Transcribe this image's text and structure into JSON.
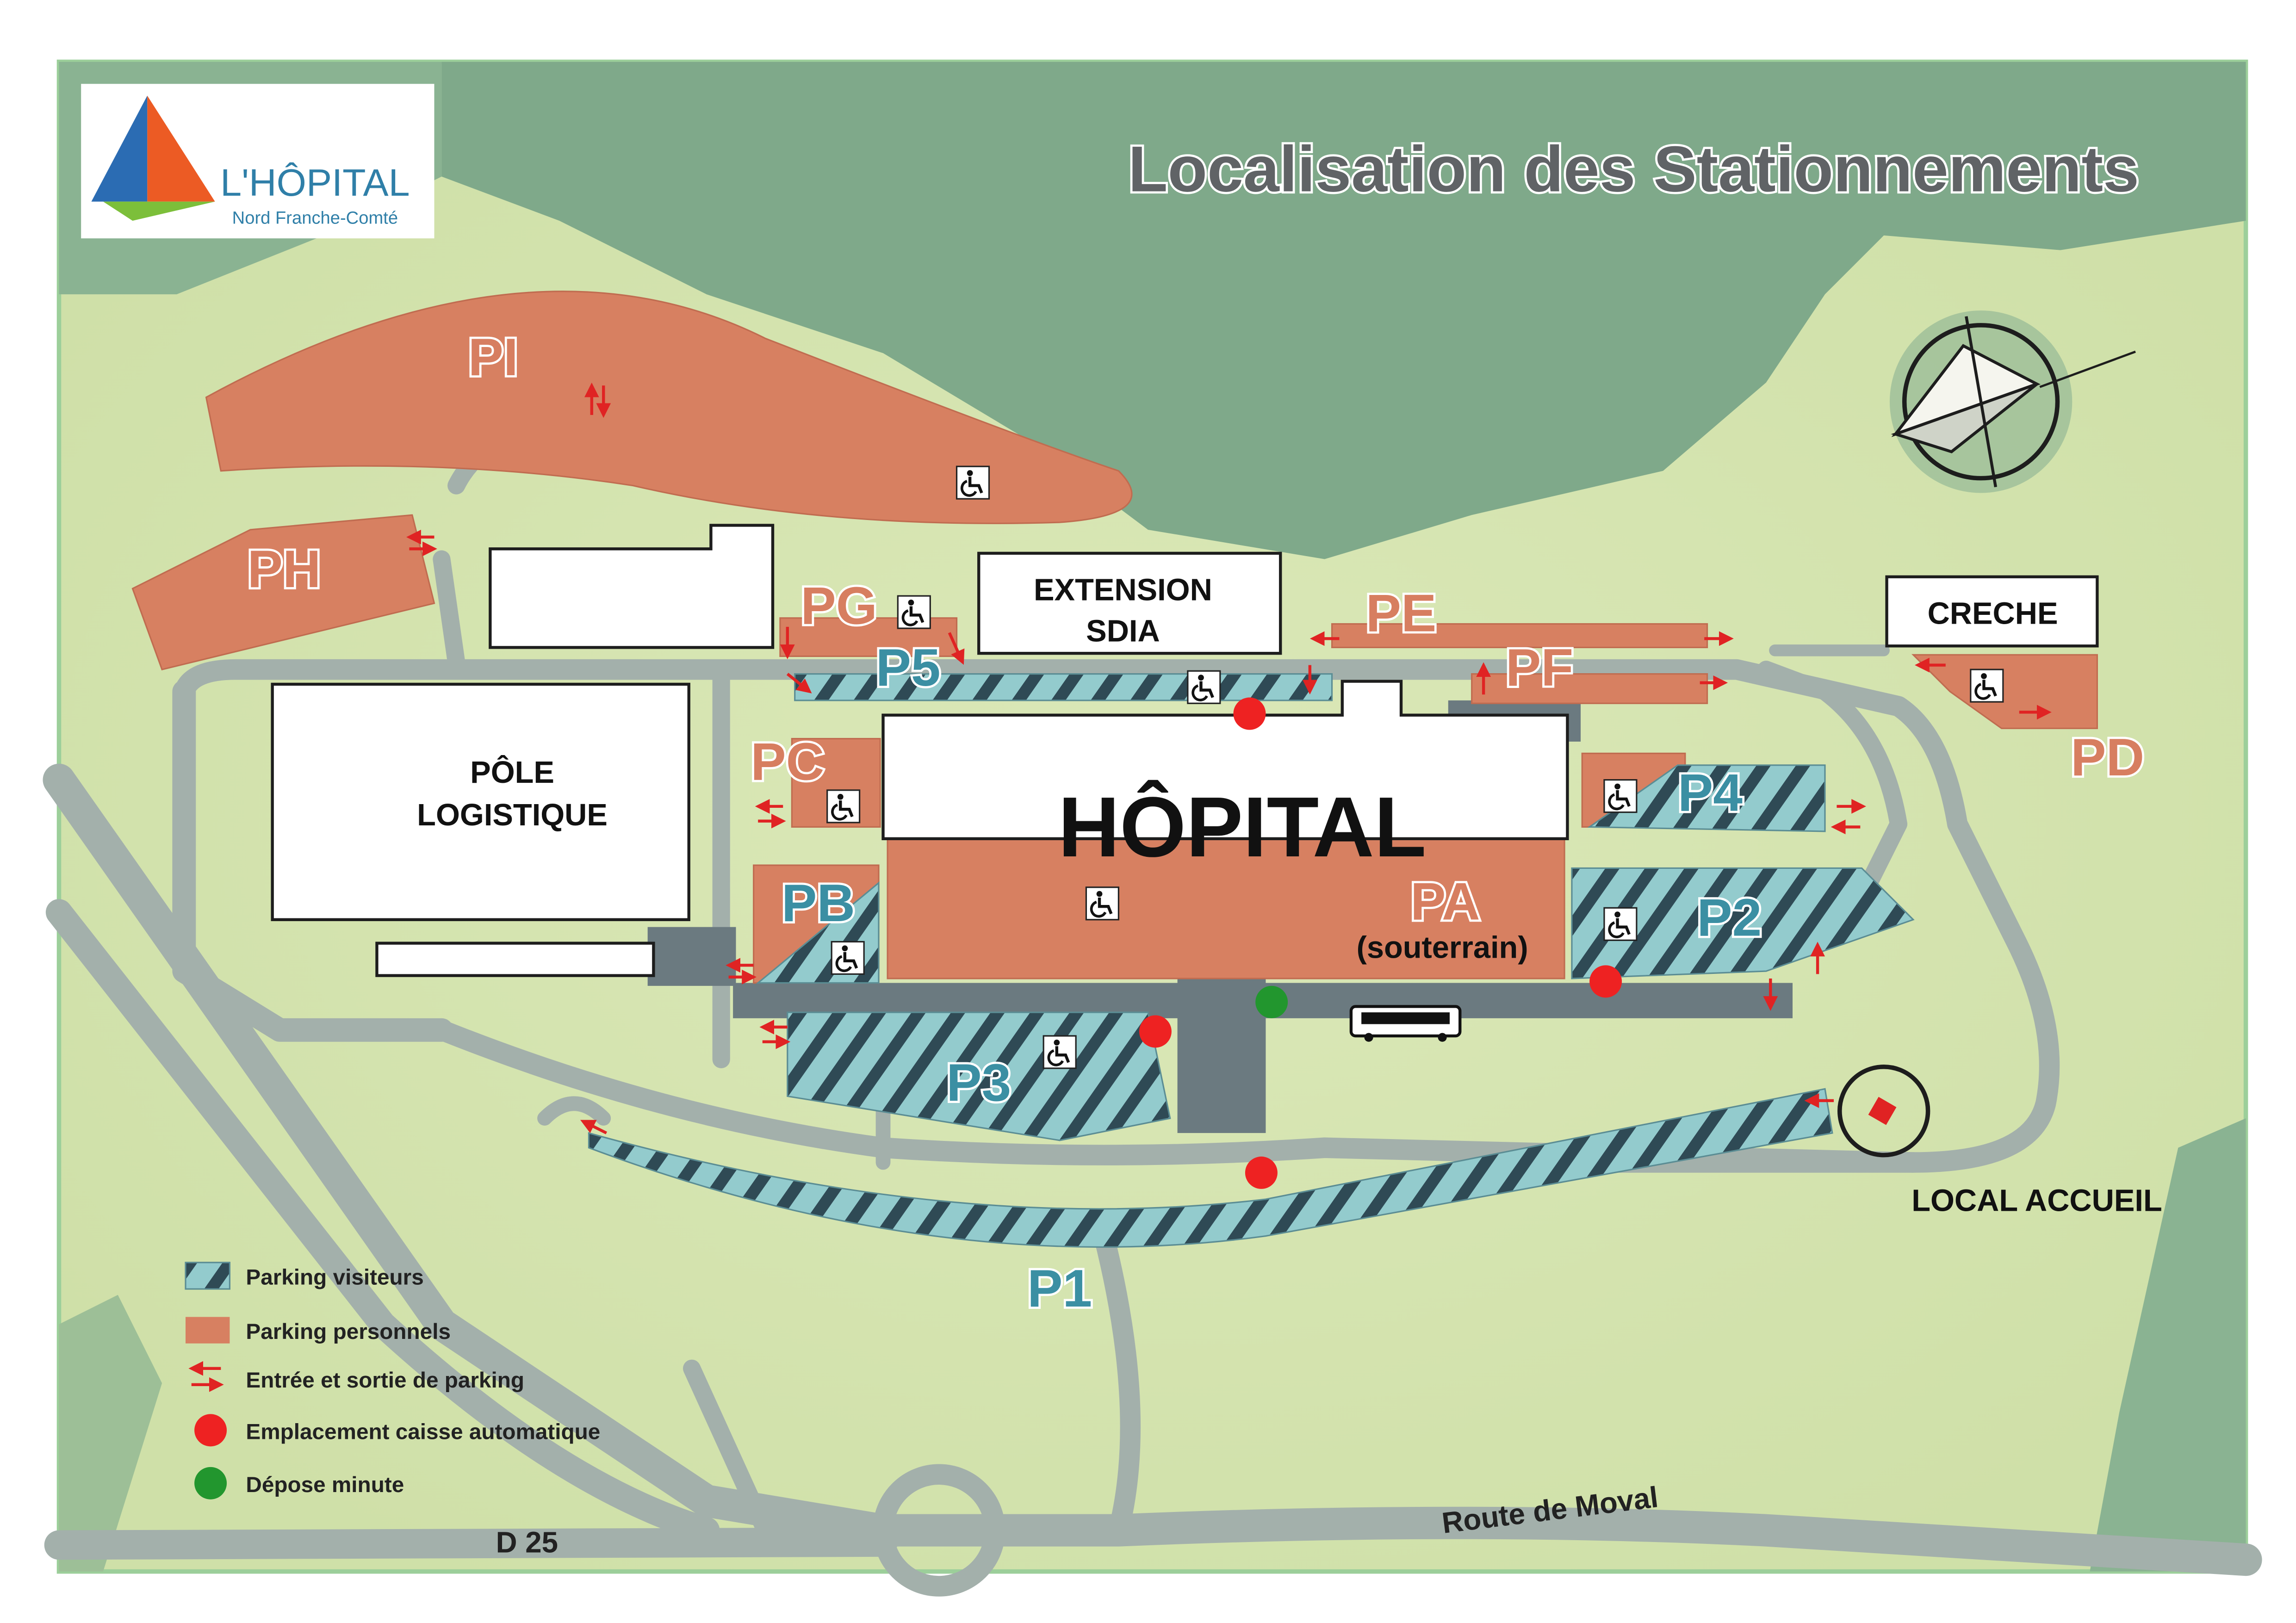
{
  "title": "Localisation des Stationnements",
  "logo": {
    "name": "L'HÔPITAL",
    "subtitle": "Nord Franche-Comté"
  },
  "buildings": {
    "hopital": "HÔPITAL",
    "pole_logistique_line1": "PÔLE",
    "pole_logistique_line2": "LOGISTIQUE",
    "extension_line1": "EXTENSION",
    "extension_line2": "SDIA",
    "creche": "CRECHE",
    "local_accueil": "LOCAL ACCUEIL"
  },
  "parkings_personnel": {
    "pi": "PI",
    "ph": "PH",
    "pg": "PG",
    "pe": "PE",
    "pf": "PF",
    "pc": "PC",
    "pd": "PD",
    "pb": "PB",
    "pa": "PA",
    "pa_note": "(souterrain)"
  },
  "parkings_visiteurs": {
    "p1": "P1",
    "p2": "P2",
    "p3": "P3",
    "p4": "P4",
    "p5": "P5"
  },
  "roads": {
    "d25": "D 25",
    "route_moval": "Route de Moval"
  },
  "legend": {
    "visiteurs": "Parking visiteurs",
    "personnels": "Parking personnels",
    "entree_sortie": "Entrée et sortie de parking",
    "caisse": "Emplacement caisse automatique",
    "depose": "Dépose minute"
  },
  "colors": {
    "grass": "#dbe8b8",
    "forest": "#7fa98a",
    "road": "#a3b0ab",
    "personnel": "#d78061",
    "visiteurs": "#93cbcd",
    "visiteurs_hatch": "#2f4a55",
    "caisse": "#ee2222",
    "depose": "#22962e",
    "arrow": "#e02323",
    "title": "#606366"
  },
  "icons": [
    "wheelchair-icon",
    "bus-icon",
    "compass-rose-icon",
    "entry-exit-arrow-icon",
    "hospital-logo-icon"
  ]
}
